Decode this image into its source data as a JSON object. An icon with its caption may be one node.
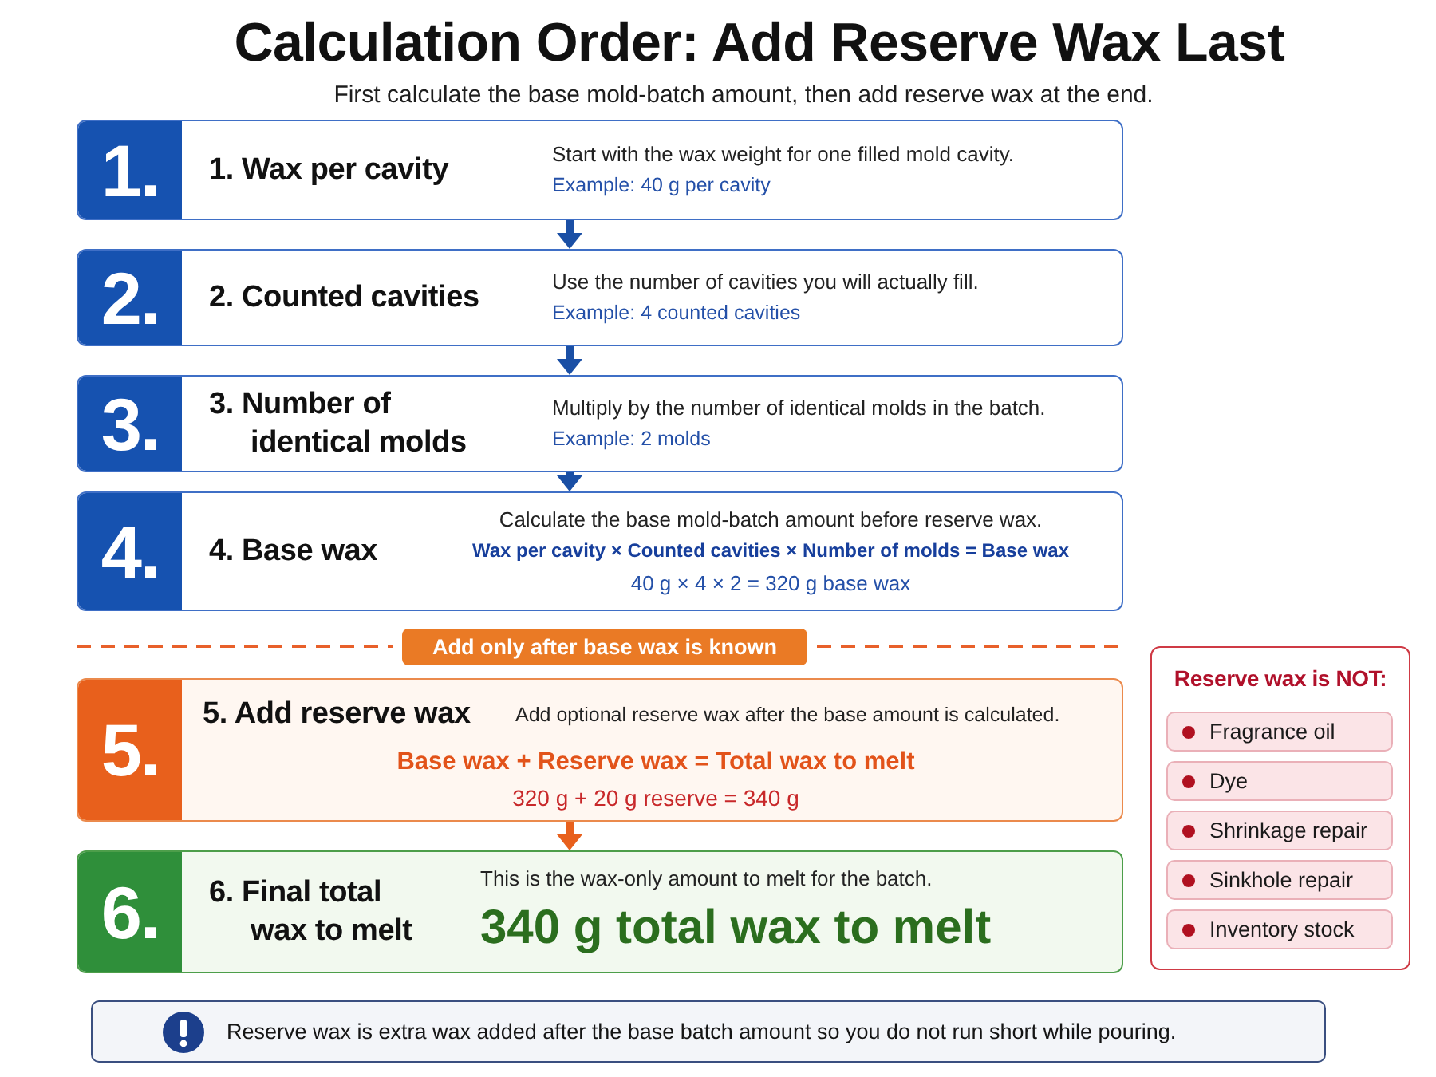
{
  "diagram": {
    "title": "Calculation Order: Add Reserve Wax Last",
    "nodes": [
      {
        "text": [
          "1.",
          "1. Wax per cavity",
          "Start with the wax weight for one filled mold cavity.",
          "Example: 40 g per cavity"
        ]
      },
      {
        "text": [
          "2.",
          "2. Counted cavities",
          "Use the number of cavities you will actually fill.",
          "Example: 4 counted cavities"
        ]
      },
      {
        "text": [
          "3.",
          "3. Number of identical molds",
          "Multiply by the number of identical molds in the batch.",
          "Example: 2 molds"
        ]
      },
      {
        "text": [
          "4.",
          "4. Base wax",
          "Calculate the base mold-batch amount before reserve wax.",
          "Wax per cavity × Counted cavities × Number of molds = Base wax",
          "40 g × 4 × 2 = 320 g base wax"
        ]
      },
      {
        "text": [
          "Add only after base wax is known"
        ]
      },
      {
        "text": [
          "5.",
          "5. Add reserve wax",
          "Add optional reserve wax after the base amount is calculated.",
          "Base wax + Reserve wax = Total wax to melt",
          "320 g + 20 g reserve = 340 g"
        ]
      },
      {
        "text": [
          "6.",
          "6. Final total wax to melt",
          "This is the wax-only amount to melt for the batch.",
          "340 g total wax to melt"
        ]
      },
      {
        "text": [
          "Reserve wax is NOT:"
        ]
      },
      {
        "text": [
          "Fragrance oil"
        ],
        "in": 7
      },
      {
        "text": [
          "Dye"
        ],
        "in": 7
      },
      {
        "text": [
          "Shrinkage repair"
        ],
        "in": 7
      },
      {
        "text": [
          "Sinkhole repair"
        ],
        "in": 7
      },
      {
        "text": [
          "Inventory stock"
        ],
        "in": 7
      },
      {
        "text": [
          "Reserve wax is extra wax added after the base batch amount so you do not run short while pouring."
        ]
      }
    ],
    "edges": [
      {
        "from": 0,
        "to": 1,
        "arrow": "to"
      },
      {
        "from": 1,
        "to": 2,
        "arrow": "to"
      },
      {
        "from": 2,
        "to": 3,
        "arrow": "to"
      },
      {
        "from": 5,
        "to": 6,
        "arrow": "to",
        "color": "#e8601c"
      }
    ],
    "labels": [
      "First calculate the base mold-batch amount, then add reserve wax at the end."
    ]
  }
}
